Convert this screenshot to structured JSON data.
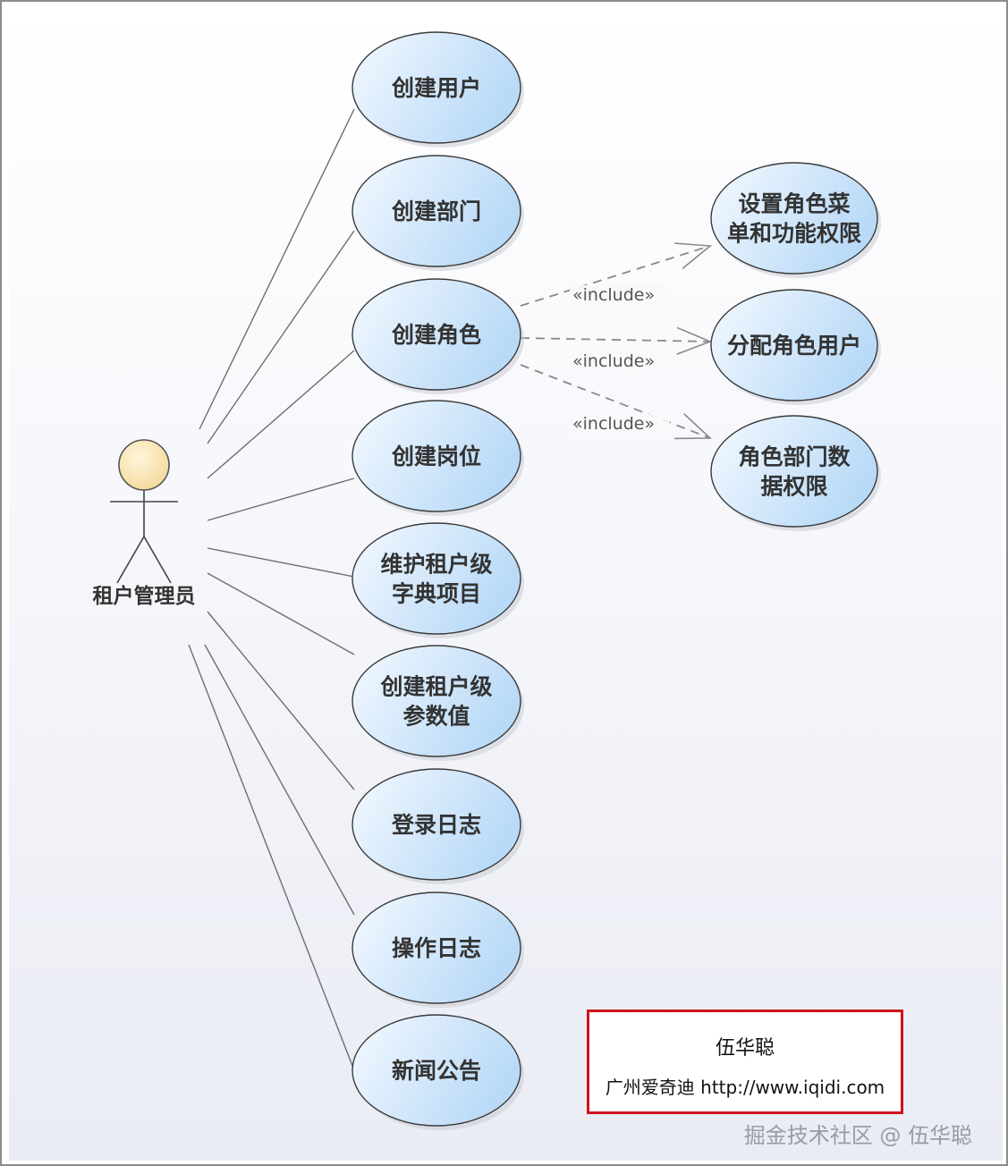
{
  "actor": {
    "label": "租户管理员"
  },
  "use_cases": [
    {
      "lines": [
        "创建用户"
      ]
    },
    {
      "lines": [
        "创建部门"
      ]
    },
    {
      "lines": [
        "创建角色"
      ]
    },
    {
      "lines": [
        "创建岗位"
      ]
    },
    {
      "lines": [
        "维护租户级",
        "字典项目"
      ]
    },
    {
      "lines": [
        "创建租户级",
        "参数值"
      ]
    },
    {
      "lines": [
        "登录日志"
      ]
    },
    {
      "lines": [
        "操作日志"
      ]
    },
    {
      "lines": [
        "新闻公告"
      ]
    }
  ],
  "included_use_cases": [
    {
      "lines": [
        "设置角色菜",
        "单和功能权限"
      ]
    },
    {
      "lines": [
        "分配角色用户"
      ]
    },
    {
      "lines": [
        "角色部门数",
        "据权限"
      ]
    }
  ],
  "relation_label": "«include»",
  "note": {
    "line1": "伍华聪",
    "line2": "广州爱奇迪 http://www.iqidi.com"
  },
  "watermark": "掘金技术社区 @ 伍华聪",
  "colors": {
    "ellipse_fill_light": "#f4f9ff",
    "ellipse_fill_dark": "#b9daf7",
    "ellipse_stroke": "#3a3a3a",
    "actor_head": "#fbe8b8",
    "note_border": "#d0121b"
  }
}
